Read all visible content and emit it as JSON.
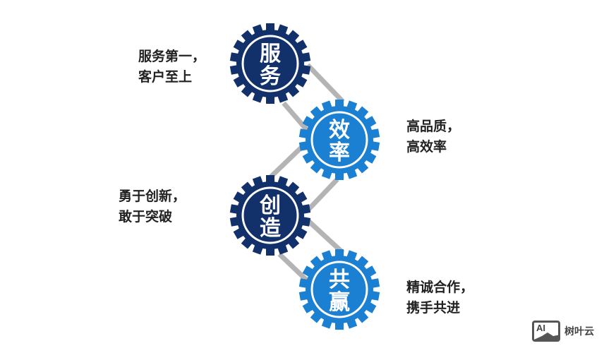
{
  "colors": {
    "dark": "#12316b",
    "light": "#1b7fd2",
    "connector": "#b4b4b4"
  },
  "gears": [
    {
      "line1": "服",
      "line2": "务",
      "tone": "dark",
      "caption1": "服务第一，",
      "caption2": "客户至上",
      "caption_side": "left"
    },
    {
      "line1": "效",
      "line2": "率",
      "tone": "light",
      "caption1": "高品质，",
      "caption2": "高效率",
      "caption_side": "right"
    },
    {
      "line1": "创",
      "line2": "造",
      "tone": "dark",
      "caption1": "勇于创新，",
      "caption2": "敢于突破",
      "caption_side": "left"
    },
    {
      "line1": "共",
      "line2": "赢",
      "tone": "light",
      "caption1": "精诚合作，",
      "caption2": "携手共进",
      "caption_side": "right"
    }
  ],
  "watermark": {
    "icon_text": "AI",
    "label": "树叶云"
  }
}
